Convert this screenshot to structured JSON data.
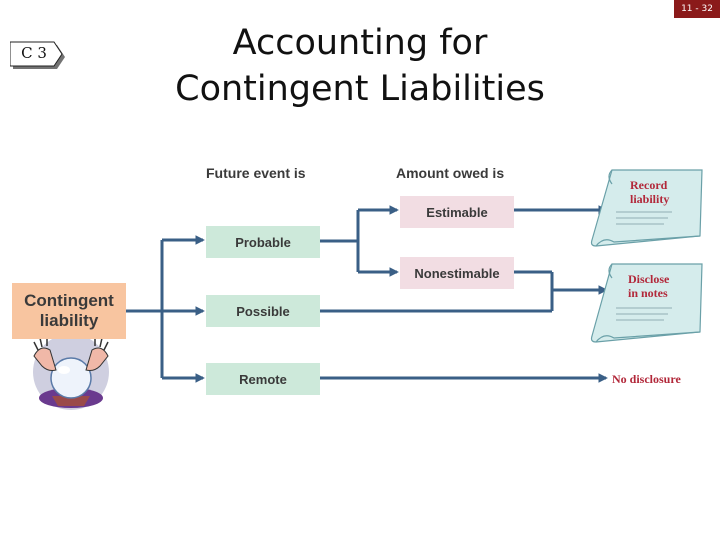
{
  "slide_number": "11 - 32",
  "section_tag": "C 3",
  "title_lines": [
    "Accounting for",
    "Contingent Liabilities"
  ],
  "headers": {
    "future_event": "Future event is",
    "amount_owed": "Amount owed is"
  },
  "root": {
    "line1": "Contingent",
    "line2": "liability"
  },
  "probability": {
    "probable": "Probable",
    "possible": "Possible",
    "remote": "Remote"
  },
  "amount": {
    "estimable": "Estimable",
    "nonestimable": "Nonestimable"
  },
  "outcomes": {
    "record_line1": "Record",
    "record_line2": "liability",
    "disclose_line1": "Disclose",
    "disclose_line2": "in notes",
    "no_disclosure": "No disclosure"
  },
  "colors": {
    "arrow": "#3a5f86",
    "outcome_text": "#b2283a",
    "green_box": "#cde9da",
    "pink_box": "#f2dde3",
    "orange_box": "#f8c5a0",
    "slide_number_bg": "#8b1a1a"
  },
  "icons": [
    "crystal-ball-icon",
    "scroll-icon",
    "arrow-tag-icon"
  ]
}
